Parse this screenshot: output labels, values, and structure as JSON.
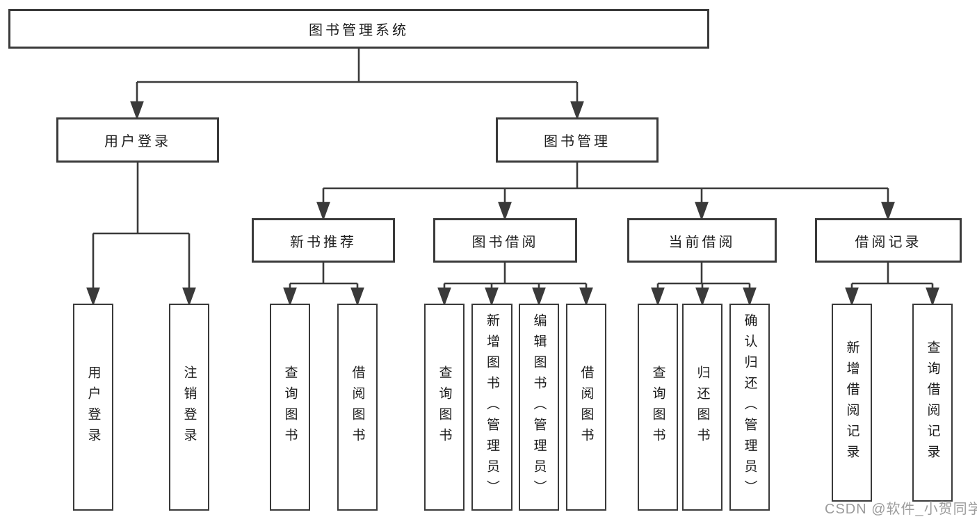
{
  "colors": {
    "line": "#3a3a3a",
    "box_border": "#3a3a3a",
    "box_fill": "#ffffff",
    "text": "#1c1c1c",
    "watermark": "#9c9c9c"
  },
  "diagram": {
    "type": "tree",
    "root": {
      "label": "图书管理系统"
    },
    "level2": [
      {
        "id": "user-login",
        "label": "用户登录"
      },
      {
        "id": "book-management",
        "label": "图书管理"
      }
    ],
    "level3": [
      {
        "id": "new-book-recommend",
        "label": "新书推荐",
        "parent": "book-management"
      },
      {
        "id": "book-borrow",
        "label": "图书借阅",
        "parent": "book-management"
      },
      {
        "id": "current-borrow",
        "label": "当前借阅",
        "parent": "book-management"
      },
      {
        "id": "borrow-records",
        "label": "借阅记录",
        "parent": "book-management"
      }
    ],
    "leaves": [
      {
        "label": "用户登录",
        "parent": "user-login"
      },
      {
        "label": "注销登录",
        "parent": "user-login"
      },
      {
        "label": "查询图书",
        "parent": "new-book-recommend"
      },
      {
        "label": "借阅图书",
        "parent": "new-book-recommend"
      },
      {
        "label": "查询图书",
        "parent": "book-borrow"
      },
      {
        "label": "新增图书（管理员）",
        "parent": "book-borrow"
      },
      {
        "label": "编辑图书（管理员）",
        "parent": "book-borrow"
      },
      {
        "label": "借阅图书",
        "parent": "book-borrow"
      },
      {
        "label": "查询图书",
        "parent": "current-borrow"
      },
      {
        "label": "归还图书",
        "parent": "current-borrow"
      },
      {
        "label": "确认归还（管理员）",
        "parent": "current-borrow"
      },
      {
        "label": "新增借阅记录",
        "parent": "borrow-records"
      },
      {
        "label": "查询借阅记录",
        "parent": "borrow-records"
      }
    ]
  },
  "watermark": {
    "text": "CSDN @软件_小贺同学"
  }
}
